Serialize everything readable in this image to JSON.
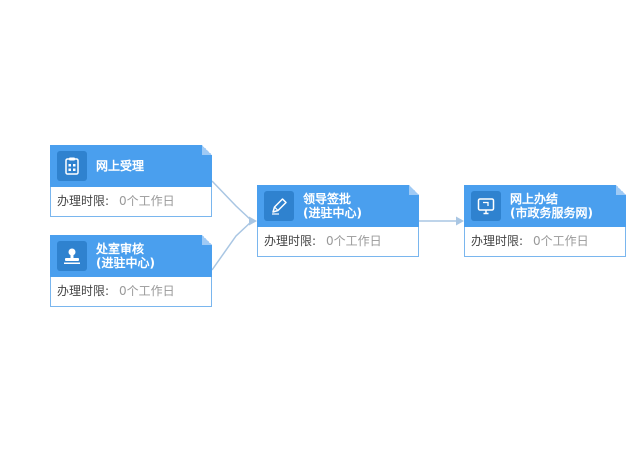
{
  "nodes": {
    "online_accept": {
      "title_lines": [
        "网上受理"
      ],
      "time_label": "办理时限:",
      "time_value": "0个工作日",
      "icon": "clipboard-icon"
    },
    "office_review": {
      "title_lines": [
        "处室审核",
        "(进驻中心)"
      ],
      "time_label": "办理时限:",
      "time_value": "0个工作日",
      "icon": "stamp-icon"
    },
    "leader_approve": {
      "title_lines": [
        "领导签批",
        "(进驻中心)"
      ],
      "time_label": "办理时限:",
      "time_value": "0个工作日",
      "icon": "pen-icon"
    },
    "online_complete": {
      "title_lines": [
        "网上办结",
        "(市政务服务网)"
      ],
      "time_label": "办理时限:",
      "time_value": "0个工作日",
      "icon": "monitor-icon"
    }
  },
  "colors": {
    "header": "#4a9fee",
    "icon_bg": "#2f82cf",
    "connector": "#a9c6e3",
    "border": "#7ab6ee"
  }
}
